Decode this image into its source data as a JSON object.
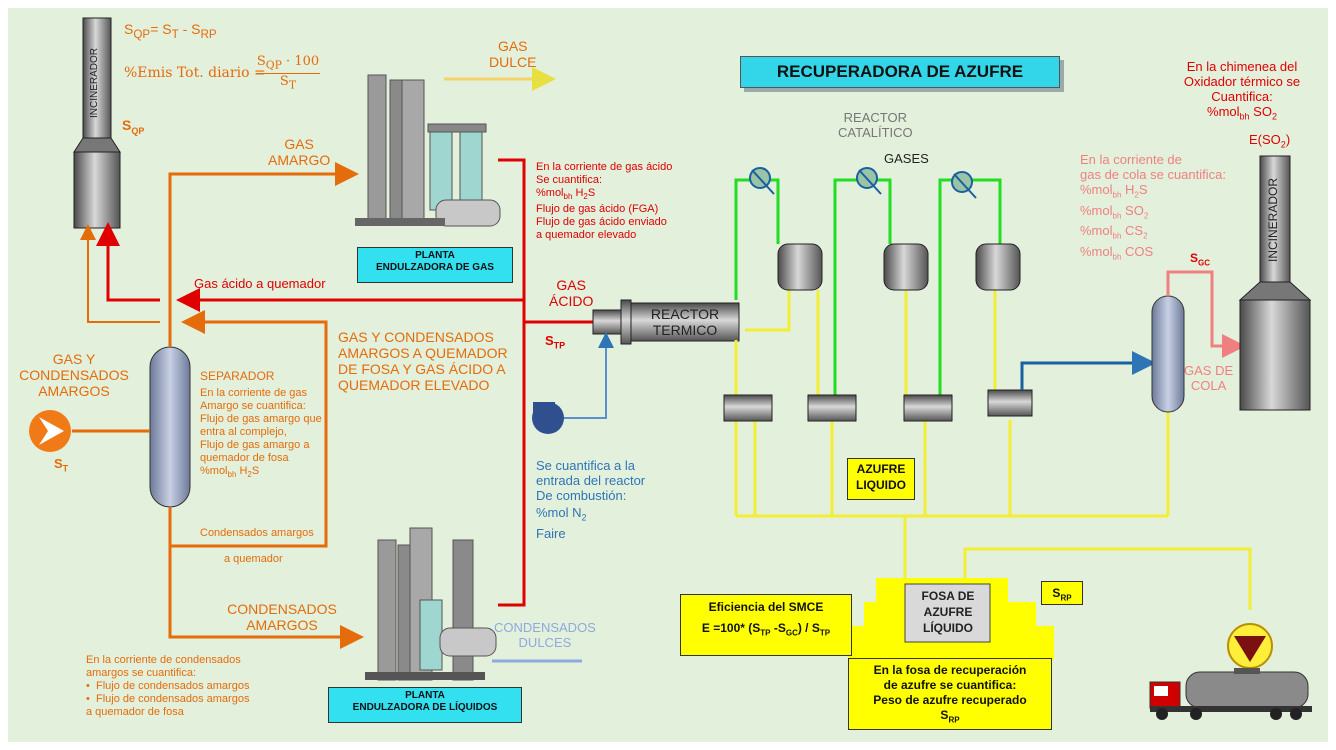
{
  "title": "RECUPERADORA DE AZUFRE",
  "formulas": {
    "sqp": "S",
    "sqp_sub": "QP",
    "sqp_rest": "= S",
    "st_sub": "T",
    "minus": " - S",
    "rp_sub": "RP",
    "emis_label": "%Emis Tot. diario =",
    "frac_num": "S",
    "frac_num_sub": "QP",
    "frac_num_rest": " · 100",
    "frac_den": "S",
    "frac_den_sub": "T"
  },
  "incinerator_left": {
    "label": "INCINERADOR",
    "s": "S",
    "s_sub": "QP"
  },
  "gas_dulce": {
    "line1": "GAS",
    "line2": "DULCE"
  },
  "gas_amargo": {
    "line1": "GAS",
    "line2": "AMARGO"
  },
  "planta_gas": {
    "line1": "PLANTA",
    "line2": "ENDULZADORA DE GAS"
  },
  "planta_liq": {
    "line1": "PLANTA",
    "line2": "ENDULZADORA DE LÍQUIDOS"
  },
  "acid_note": {
    "l1": "En la corriente de gas ácido",
    "l2": "Se cuantifica:",
    "l3a": "%mol",
    "l3s": "bh",
    "l3b": " H",
    "l3c": "2",
    "l3d": "S",
    "l4": "Flujo de gas ácido (FGA)",
    "l5": "Flujo de gas ácido enviado",
    "l6": "a quemador elevado"
  },
  "gas_acido_quemador": "Gas ácido a quemador",
  "gas_acido": {
    "line1": "GAS",
    "line2": "ÁCIDO",
    "s": "S",
    "s_sub": "TP"
  },
  "reactor_termico": {
    "line1": "REACTOR",
    "line2": "TERMICO"
  },
  "reactor_catalitico": {
    "line1": "REACTOR",
    "line2": "CATALÍTICO"
  },
  "gases": "GASES",
  "gas_condensados_quemador": {
    "l1": "GAS Y CONDENSADOS",
    "l2": "AMARGOS A QUEMADOR",
    "l3": "DE  FOSA Y GAS ÁCIDO A",
    "l4": "QUEMADOR ELEVADO"
  },
  "inlet": {
    "l1": "GAS Y",
    "l2": "CONDENSADOS",
    "l3": "AMARGOS",
    "s": "S",
    "s_sub": "T"
  },
  "separador": {
    "title": "SEPARADOR",
    "l1": "En la corriente de gas",
    "l2": "Amargo se cuantifica:",
    "l3": "Flujo de gas amargo que",
    "l4": "entra al complejo,",
    "l5": "Flujo de gas amargo a",
    "l6": "quemador de fosa",
    "l7a": "%mol",
    "l7s": "bh",
    "l7b": " H",
    "l7c": "2",
    "l7d": "S"
  },
  "condensados_quemador": {
    "l1": "Condensados amargos",
    "l2": "a quemador"
  },
  "condensados_amargos": {
    "l1": "CONDENSADOS",
    "l2": "AMARGOS"
  },
  "condensados_dulces": {
    "l1": "CONDENSADOS",
    "l2": "DULCES"
  },
  "cond_note": {
    "l1": "En la corriente de condensados",
    "l2": "amargos se cuantifica:",
    "b1": "Flujo de condensados amargos",
    "b2": "Flujo de condensados amargos",
    "l3": "a quemador de fosa"
  },
  "combustion_note": {
    "l1": "Se cuantifica a la",
    "l2": "entrada del reactor",
    "l3": "De combustión:",
    "l4a": "%mol  N",
    "l4b": "2",
    "l5": "Faire"
  },
  "azufre_liquido": {
    "l1": "AZUFRE",
    "l2": "LIQUIDO"
  },
  "fosa": {
    "l1": "FOSA DE",
    "l2": "AZUFRE",
    "l3": "LÍQUIDO"
  },
  "srp": {
    "s": "S",
    "sub": "RP"
  },
  "eficiencia": {
    "title": "Eficiencia del SMCE",
    "formula_a": "E =100* (S",
    "sub1": "TP",
    "mid": " -S",
    "sub2": "GC",
    "formula_b": ") / S",
    "sub3": "TP"
  },
  "fosa_note": {
    "l1": "En la fosa de recuperación",
    "l2": "de azufre se cuantifica:",
    "l3": "Peso de azufre recuperado",
    "s": "S",
    "sub": "RP"
  },
  "chimenea_note": {
    "l1": "En la chimenea del",
    "l2": "Oxidador térmico se",
    "l3": "Cuantifica:",
    "l4a": "%mol",
    "l4s": "bh",
    "l4b": " SO",
    "l4c": "2"
  },
  "eso2": {
    "a": "E(SO",
    "b": "2",
    "c": ")"
  },
  "cola_note": {
    "l1": "En la corriente de",
    "l2": "gas de cola se cuantifica:",
    "items": [
      {
        "a": "%mol",
        "s": "bh",
        "b": " H",
        "c": "2",
        "d": "S"
      },
      {
        "a": "%mol",
        "s": "bh",
        "b": " SO",
        "c": "2",
        "d": ""
      },
      {
        "a": "%mol",
        "s": "bh",
        "b": " CS",
        "c": "2",
        "d": ""
      },
      {
        "a": "%mol",
        "s": "bh",
        "b": " COS",
        "c": "",
        "d": ""
      }
    ]
  },
  "sgc": {
    "s": "S",
    "sub": "GC"
  },
  "gas_cola": {
    "l1": "GAS DE",
    "l2": "COLA"
  },
  "incinerator_right": {
    "label": "INCINERADOR"
  },
  "colors": {
    "background": "#e3f0dc",
    "orange": "#e46c0a",
    "red": "#e00000",
    "green": "#22dd22",
    "yellow": "#f2ee33",
    "blue": "#2e75b6",
    "pink": "#f08080"
  }
}
